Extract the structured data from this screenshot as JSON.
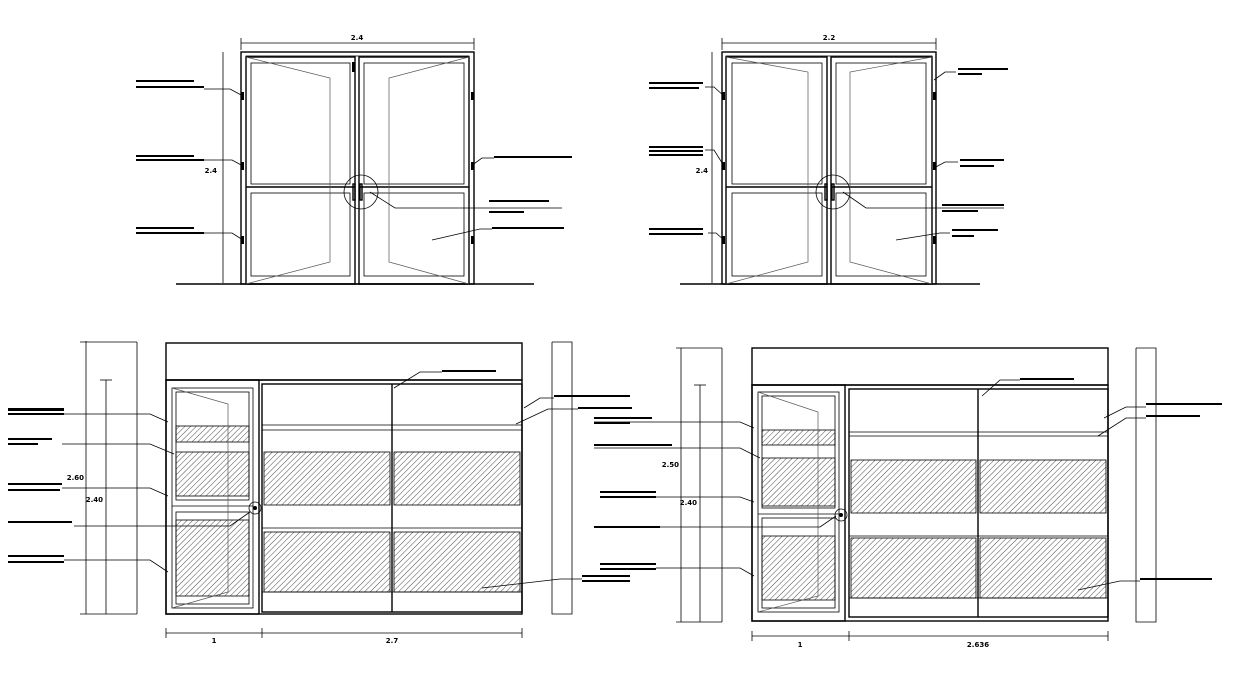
{
  "drawings": {
    "door_a": {
      "width_label": "2.4",
      "height_label": "2.4"
    },
    "door_b": {
      "width_label": "2.2",
      "height_label": "2.4"
    },
    "front_a": {
      "outer_height_label": "2.60",
      "inner_height_label": "2.40",
      "door_width_label": "1",
      "panel_width_label": "2.7"
    },
    "front_b": {
      "outer_height_label": "2.50",
      "inner_height_label": "2.40",
      "door_width_label": "1",
      "panel_width_label": "2.636"
    }
  },
  "colors": {
    "line": "#000000",
    "background": "#ffffff"
  }
}
